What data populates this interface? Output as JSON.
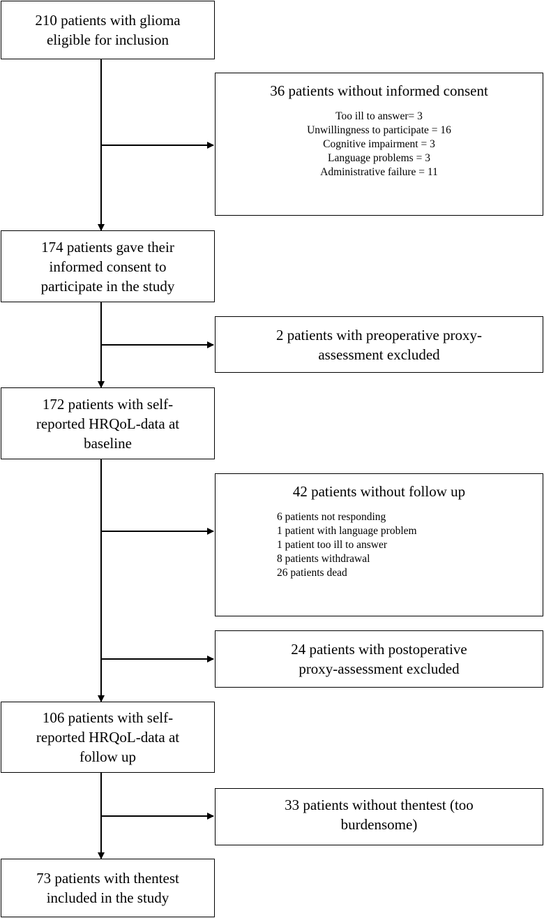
{
  "flowchart": {
    "steps": [
      {
        "lines": [
          "210 patients with glioma",
          "eligible for inclusion"
        ]
      },
      {
        "lines": [
          "174 patients gave their",
          "informed consent to",
          "participate in the study"
        ]
      },
      {
        "lines": [
          "172 patients with self-",
          "reported HRQoL-data at",
          "baseline"
        ]
      },
      {
        "lines": [
          "106 patients with self-",
          "reported HRQoL-data at",
          "follow up"
        ]
      },
      {
        "lines": [
          "73 patients with thentest",
          "included in the study"
        ]
      }
    ],
    "exclusions": [
      {
        "title": "36 patients without informed consent",
        "items": [
          "Too ill to answer= 3",
          "Unwillingness to participate = 16",
          "Cognitive impairment = 3",
          "Language problems = 3",
          "Administrative failure = 11"
        ]
      },
      {
        "lines": [
          "2 patients with preoperative proxy-",
          "assessment excluded"
        ]
      },
      {
        "title": "42 patients without follow up",
        "items": [
          "6 patients not responding",
          "1 patient with language problem",
          "1 patient too ill to answer",
          "8 patients withdrawal",
          "26 patients dead"
        ]
      },
      {
        "lines": [
          "24 patients with postoperative",
          "proxy-assessment excluded"
        ]
      },
      {
        "lines": [
          "33 patients without thentest (too",
          "burdensome)"
        ]
      }
    ]
  }
}
